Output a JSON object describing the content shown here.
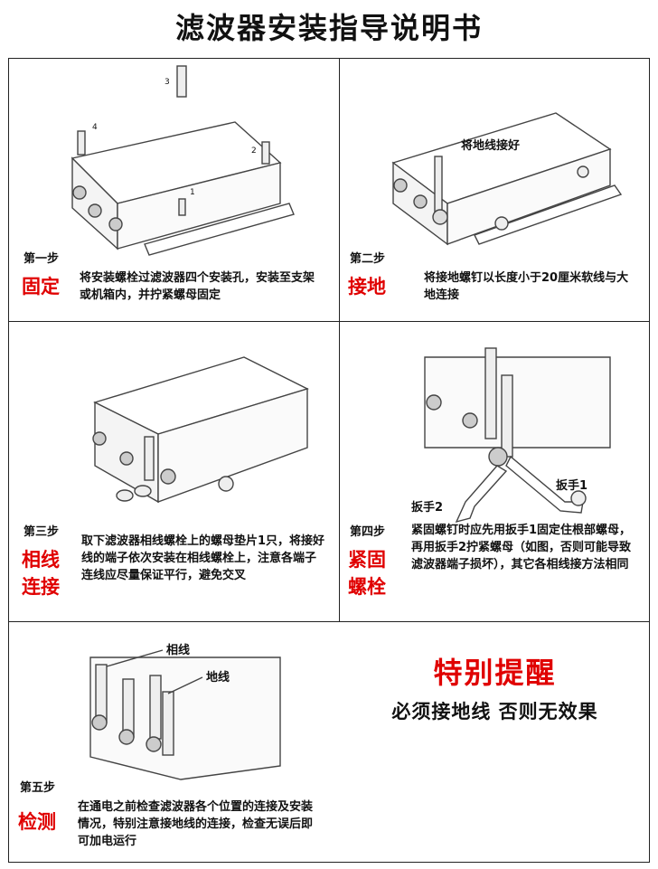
{
  "title": "滤波器安装指导说明书",
  "steps": [
    {
      "num": "第一步",
      "name": "固定",
      "desc": "将安装螺栓过滤波器四个安装孔，安装至支架或机箱内，并拧紧螺母固定",
      "labels": [
        "3",
        "4",
        "2",
        "1"
      ]
    },
    {
      "num": "第二步",
      "name": "接地",
      "desc": "将接地螺钉以长度小于20厘米软线与大地连接",
      "labels": [
        "将地线接好"
      ]
    },
    {
      "num": "第三步",
      "name_l1": "相线",
      "name_l2": "连接",
      "desc": "取下滤波器相线螺栓上的螺母垫片1只，将接好线的端子依次安装在相线螺栓上，注意各端子连线应尽量保证平行，避免交叉"
    },
    {
      "num": "第四步",
      "name_l1": "紧固",
      "name_l2": "螺栓",
      "desc": "紧固螺钉时应先用扳手1固定住根部螺母，再用扳手2拧紧螺母（如图，否则可能导致滤波器端子损坏），其它各相线接方法相同",
      "labels": [
        "扳手1",
        "扳手2"
      ]
    },
    {
      "num": "第五步",
      "name": "检测",
      "desc": "在通电之前检查滤波器各个位置的连接及安装情况，特别注意接地线的连接，检查无误后即可加电运行",
      "labels": [
        "相线",
        "地线"
      ]
    }
  ],
  "warning": {
    "title": "特别提醒",
    "subtitle": "必须接地线 否则无效果"
  }
}
